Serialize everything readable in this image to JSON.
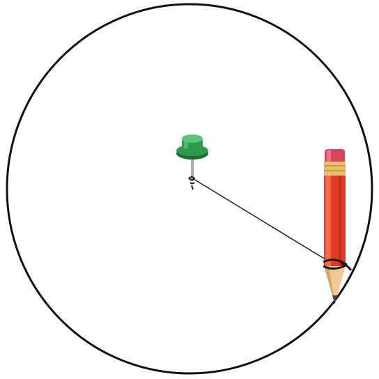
{
  "diagram": {
    "objects": [
      "circle",
      "push-pin",
      "string",
      "pencil"
    ]
  },
  "colors": {
    "background": "#ffffff",
    "circle_stroke": "#111111",
    "pin_head": "#2e9a4c",
    "pin_head_dark": "#1d6f34",
    "pin_head_light": "#5cc47a",
    "pin_needle": "#9a9a9a",
    "string": "#222222",
    "pencil_body": "#e23b24",
    "pencil_body_light": "#ff6a4f",
    "pencil_band": "#e8c06a",
    "pencil_eraser": "#d9445a",
    "pencil_wood": "#f0c996",
    "pencil_lead": "#444444"
  }
}
